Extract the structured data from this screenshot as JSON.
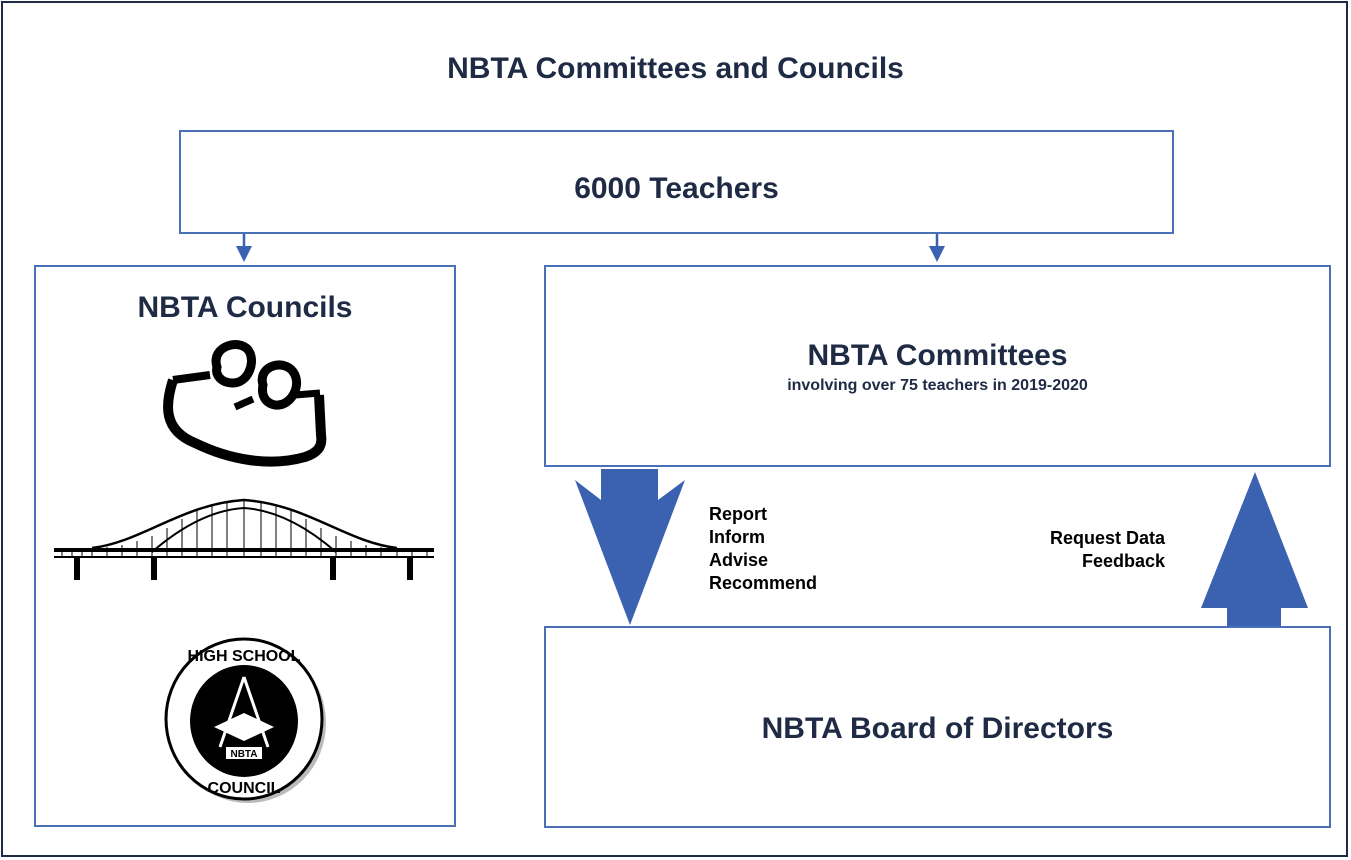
{
  "title": "NBTA Committees and Councils",
  "teachers": {
    "label": "6000 Teachers"
  },
  "councils": {
    "label": "NBTA Councils"
  },
  "committees": {
    "label": "NBTA Committees",
    "subtitle": "involving over 75 teachers in 2019-2020"
  },
  "board": {
    "label": "NBTA Board of Directors"
  },
  "down_labels": [
    "Report",
    "Inform",
    "Advise",
    "Recommend"
  ],
  "up_labels": [
    "Request Data",
    "Feedback"
  ],
  "seal": {
    "top_text": "HIGH SCHOOL",
    "center_text": "NBTA",
    "bottom_text": "COUNCIL"
  },
  "colors": {
    "navy": "#1f2a44",
    "blue": "#4a70b8",
    "arrow": "#3a62b0"
  }
}
